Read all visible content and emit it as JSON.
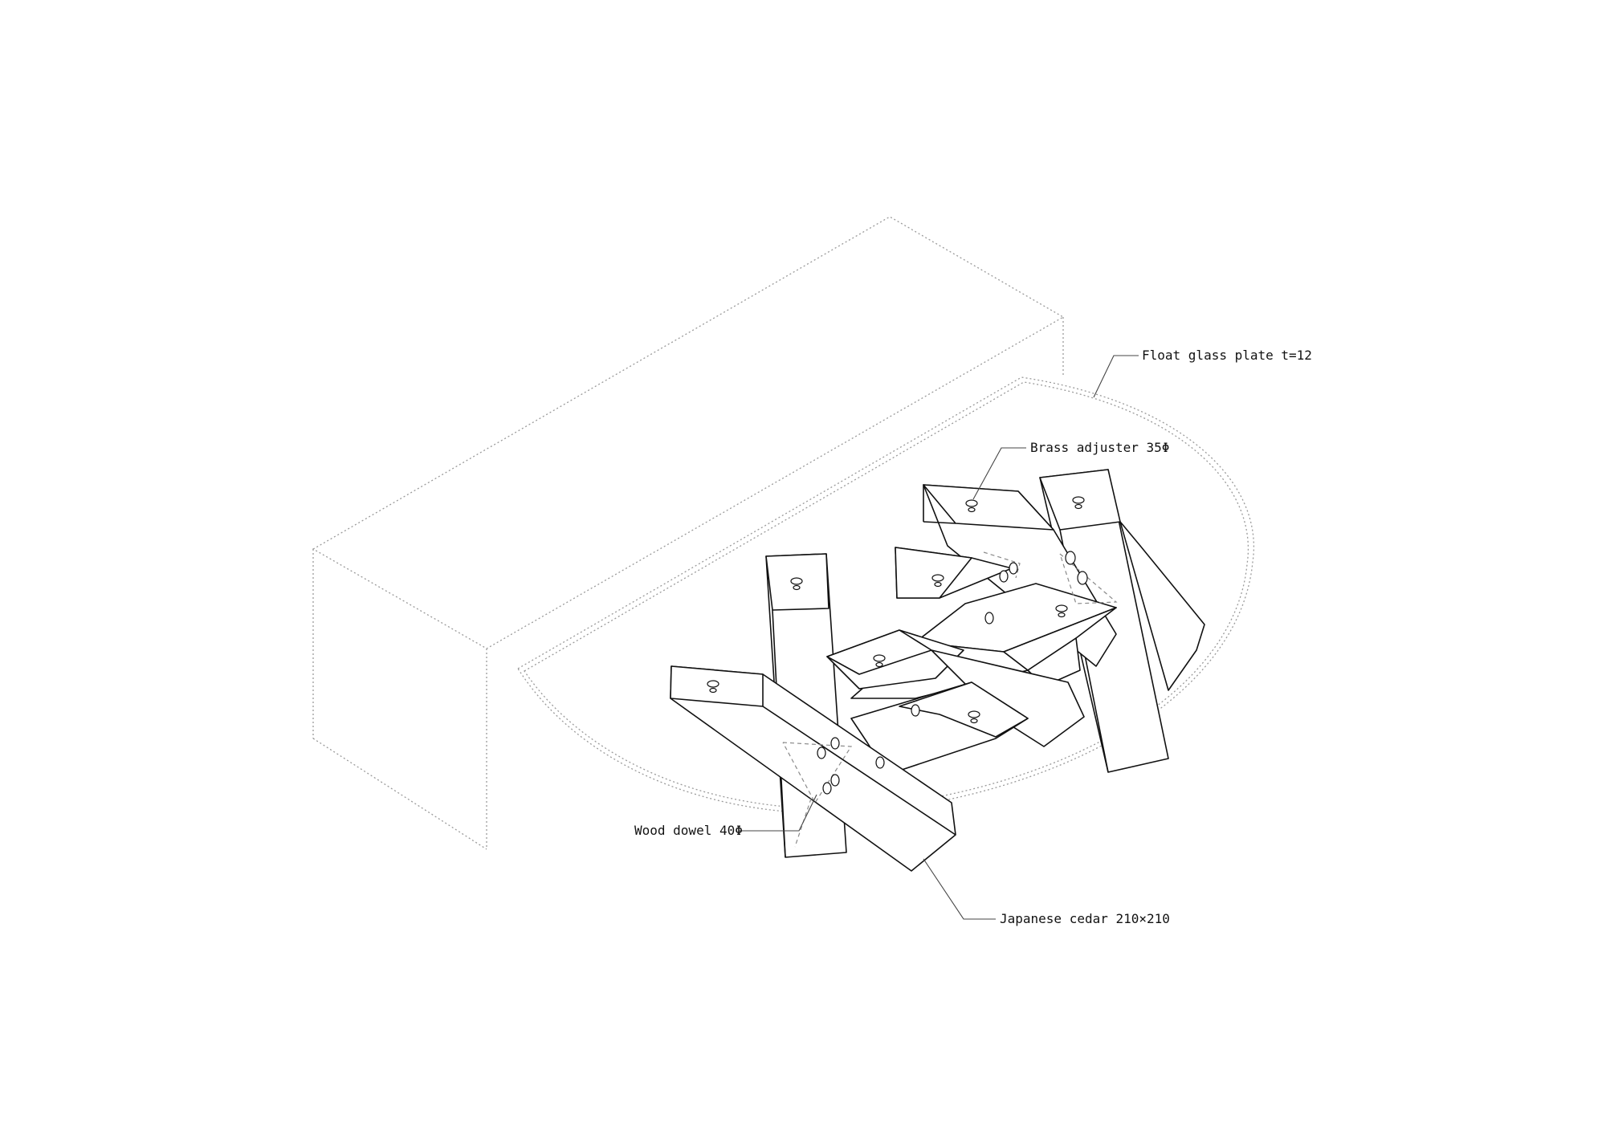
{
  "labels": {
    "glass_plate": "Float glass plate t=12",
    "brass_adjuster": "Brass adjuster 35Φ",
    "wood_dowel": "Wood dowel 40Φ",
    "cedar": "Japanese cedar 210×210"
  }
}
